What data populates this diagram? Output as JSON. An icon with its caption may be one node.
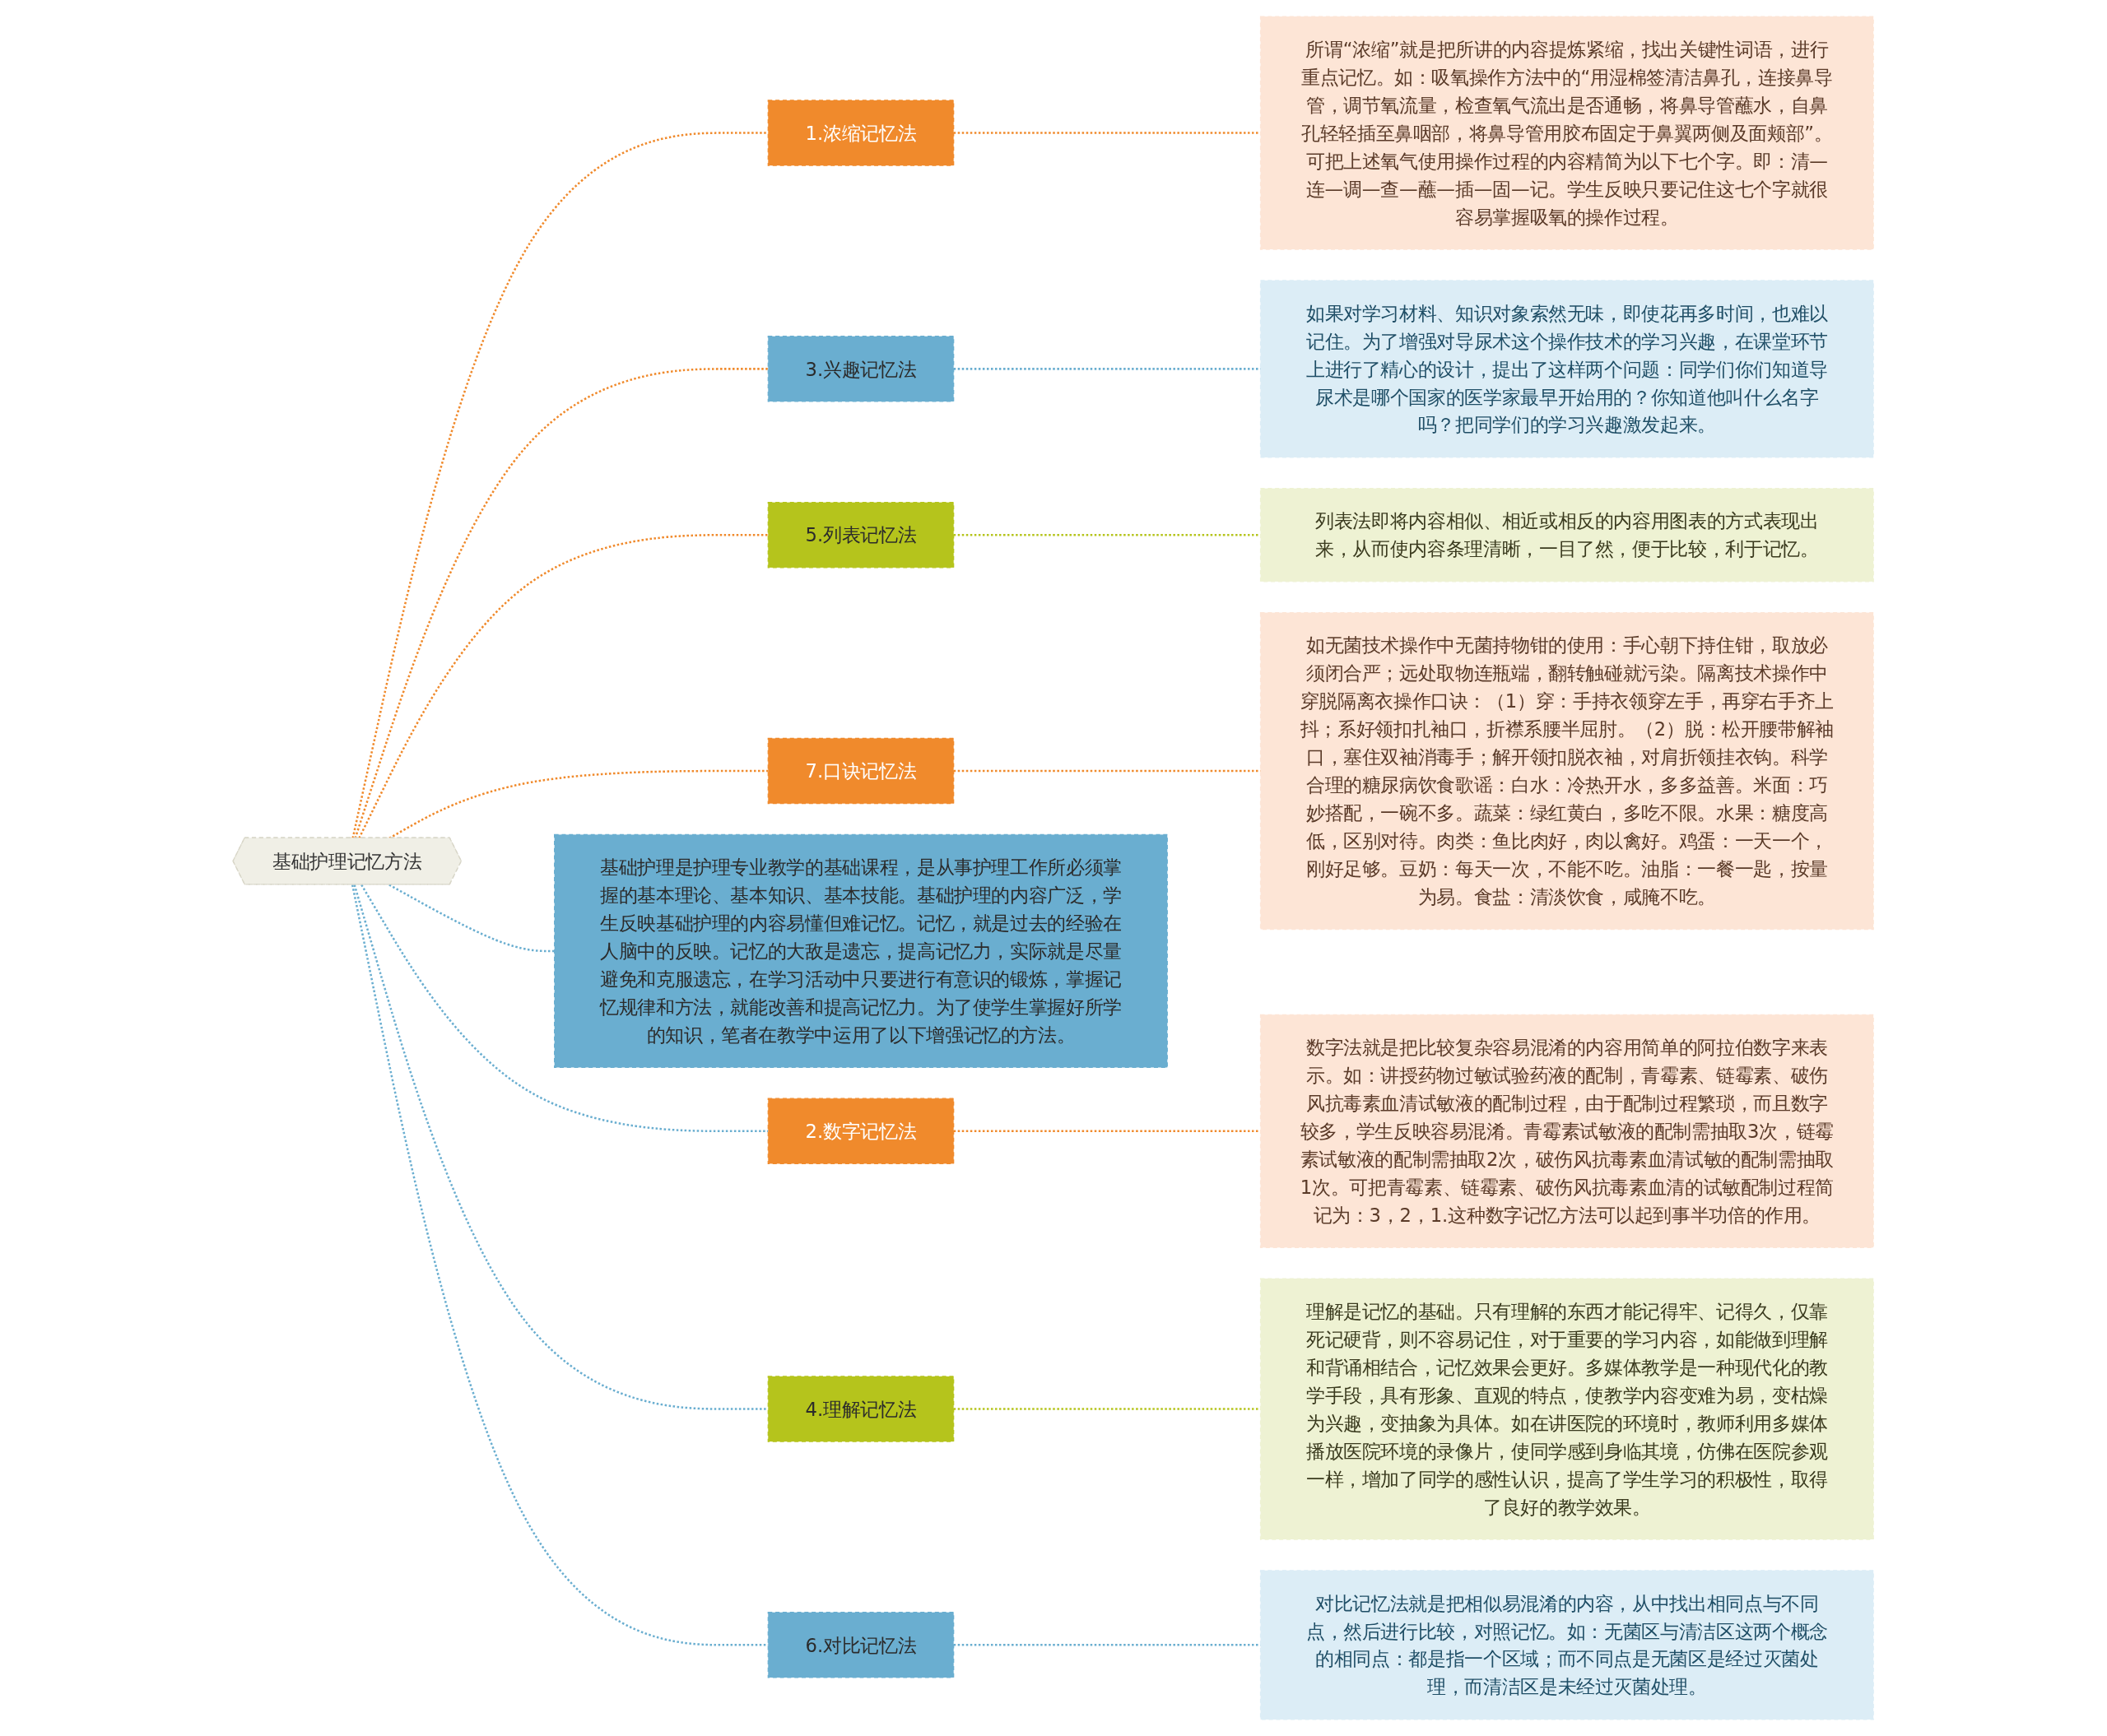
{
  "diagram": {
    "nodes": [
      {
        "text": [
          "基础护理记忆方法"
        ]
      },
      {
        "text": [
          "1.浓缩记忆法"
        ]
      },
      {
        "text": [
          "所谓“浓缩”就是把所讲的内容提炼紧缩，找出关键性词语，进行重点记忆。如：吸氧操作方法中的“用湿棉签清洁鼻孔，连接鼻导管，调节氧流量，检查氧气流出是否通畅，将鼻导管蘸水，自鼻孔轻轻插至鼻咽部，将鼻导管用胶布固定于鼻翼两侧及面颊部”。可把上述氧气使用操作过程的内容精简为以下七个字。即：清—连—调—查—蘸—插—固—记。学生反映只要记住这七个字就很容易掌握吸氧的操作过程。"
        ]
      },
      {
        "text": [
          "3.兴趣记忆法"
        ]
      },
      {
        "text": [
          "如果对学习材料、知识对象索然无味，即使花再多时间，也难以记住。为了增强对导尿术这个操作技术的学习兴趣，在课堂环节上进行了精心的设计，提出了这样两个问题：同学们你们知道导尿术是哪个国家的医学家最早开始用的？你知道他叫什么名字吗？把同学们的学习兴趣激发起来。"
        ]
      },
      {
        "text": [
          "5.列表记忆法"
        ]
      },
      {
        "text": [
          "列表法即将内容相似、相近或相反的内容用图表的方式表现出来，从而使内容条理清晰，一目了然，便于比较，利于记忆。"
        ]
      },
      {
        "text": [
          "7.口诀记忆法"
        ]
      },
      {
        "text": [
          "如无菌技术操作中无菌持物钳的使用：手心朝下持住钳，取放必须闭合严；远处取物连瓶端，翻转触碰就污染。隔离技术操作中穿脱隔离衣操作口诀：（1）穿：手持衣领穿左手，再穿右手齐上抖；系好领扣扎袖口，折襟系腰半屈肘。（2）脱：松开腰带解袖口，塞住双袖消毒手；解开领扣脱衣袖，对肩折领挂衣钩。科学合理的糖尿病饮食歌谣：白水：冷热开水，多多益善。米面：巧妙搭配，一碗不多。蔬菜：绿红黄白，多吃不限。水果：糖度高低，区别对待。肉类：鱼比肉好，肉以禽好。鸡蛋：一天一个，刚好足够。豆奶：每天一次，不能不吃。油脂：一餐一匙，按量为易。食盐：清淡饮食，咸腌不吃。"
        ]
      },
      {
        "text": [
          "基础护理是护理专业教学的基础课程，是从事护理工作所必须掌握的基本理论、基本知识、基本技能。基础护理的内容广泛，学生反映基础护理的内容易懂但难记忆。记忆，就是过去的经验在人脑中的反映。记忆的大敌是遗忘，提高记忆力，实际就是尽量避免和克服遗忘，在学习活动中只要进行有意识的锻炼，掌握记忆规律和方法，就能改善和提高记忆力。为了使学生掌握好所学的知识，笔者在教学中运用了以下增强记忆的方法。"
        ]
      },
      {
        "text": [
          "2.数字记忆法"
        ]
      },
      {
        "text": [
          "数字法就是把比较复杂容易混淆的内容用简单的阿拉伯数字来表示。如：讲授药物过敏试验药液的配制，青霉素、链霉素、破伤风抗毒素血清试敏液的配制过程，由于配制过程繁琐，而且数字较多，学生反映容易混淆。青霉素试敏液的配制需抽取3次，链霉素试敏液的配制需抽取2次，破伤风抗毒素血清试敏的配制需抽取1次。可把青霉素、链霉素、破伤风抗毒素血清的试敏配制过程简记为：3，2，1.这种数字记忆方法可以起到事半功倍的作用。"
        ]
      },
      {
        "text": [
          "4.理解记忆法"
        ]
      },
      {
        "text": [
          "理解是记忆的基础。只有理解的东西才能记得牢、记得久，仅靠死记硬背，则不容易记住，对于重要的学习内容，如能做到理解和背诵相结合，记忆效果会更好。多媒体教学是一种现代化的教学手段，具有形象、直观的特点，使教学内容变难为易，变枯燥为兴趣，变抽象为具体。如在讲医院的环境时，教师利用多媒体播放医院环境的录像片，使同学感到身临其境，仿佛在医院参观一样，增加了同学的感性认识，提高了学生学习的积极性，取得了良好的教学效果。"
        ]
      },
      {
        "text": [
          "6.对比记忆法"
        ]
      },
      {
        "text": [
          "对比记忆法就是把相似易混淆的内容，从中找出相同点与不同点，然后进行比较，对照记忆。如：无菌区与清洁区这两个概念的相同点：都是指一个区域；而不同点是无菌区是经过灭菌处理，而清洁区是未经过灭菌处理。"
        ]
      }
    ],
    "edges": [
      {
        "from": 0,
        "to": 1,
        "arrow": "none",
        "style": "dashed",
        "color": "#f08a2c"
      },
      {
        "from": 1,
        "to": 2,
        "arrow": "none",
        "style": "dashed",
        "color": "#f08a2c"
      },
      {
        "from": 0,
        "to": 3,
        "arrow": "none",
        "style": "dashed",
        "color": "#f08a2c"
      },
      {
        "from": 3,
        "to": 4,
        "arrow": "none",
        "style": "dashed",
        "color": "#6aaed0"
      },
      {
        "from": 0,
        "to": 5,
        "arrow": "none",
        "style": "dashed",
        "color": "#f08a2c"
      },
      {
        "from": 5,
        "to": 6,
        "arrow": "none",
        "style": "dashed",
        "color": "#b5c41c"
      },
      {
        "from": 0,
        "to": 7,
        "arrow": "none",
        "style": "dashed",
        "color": "#f08a2c"
      },
      {
        "from": 7,
        "to": 8,
        "arrow": "none",
        "style": "dashed",
        "color": "#f08a2c"
      },
      {
        "from": 0,
        "to": 9,
        "arrow": "none",
        "style": "dashed",
        "color": "#6aaed0"
      },
      {
        "from": 0,
        "to": 10,
        "arrow": "none",
        "style": "dashed",
        "color": "#6aaed0"
      },
      {
        "from": 10,
        "to": 11,
        "arrow": "none",
        "style": "dashed",
        "color": "#f08a2c"
      },
      {
        "from": 0,
        "to": 12,
        "arrow": "none",
        "style": "dashed",
        "color": "#6aaed0"
      },
      {
        "from": 12,
        "to": 13,
        "arrow": "none",
        "style": "dashed",
        "color": "#b5c41c"
      },
      {
        "from": 0,
        "to": 14,
        "arrow": "none",
        "style": "dashed",
        "color": "#6aaed0"
      },
      {
        "from": 14,
        "to": 15,
        "arrow": "none",
        "style": "dashed",
        "color": "#6aaed0"
      }
    ]
  }
}
